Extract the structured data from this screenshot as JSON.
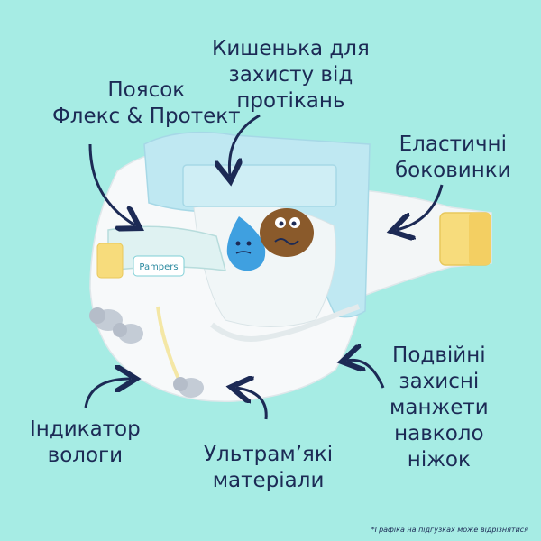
{
  "labels": {
    "waistband": [
      "Поясок",
      "Флекс & Протект"
    ],
    "pocket": [
      "Кишенька для",
      "захисту від",
      "протікань"
    ],
    "sides": [
      "Еластичні",
      "боковинки"
    ],
    "cuffs": [
      "Подвійні",
      "захисні",
      "манжети",
      "навколо",
      "ніжок"
    ],
    "indicator": [
      "Індикатор",
      "вологи"
    ],
    "materials": [
      "Ультрам’які",
      "матеріали"
    ]
  },
  "brand_text": "Pampers",
  "footnote": "*Графіка на підгузках може відрізнятися",
  "colors": {
    "background": "#a6ece4",
    "text": "#1c2a55",
    "diaper": "#f7f9fa",
    "blue_panel": "#bfe8f2",
    "tab_yellow": "#f7dc7c"
  }
}
